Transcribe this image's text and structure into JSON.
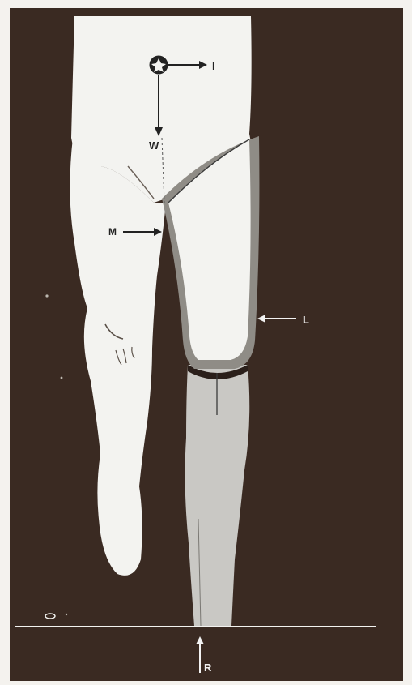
{
  "figure": {
    "labels": {
      "moment": "I",
      "weight": "W",
      "medial": "M",
      "lateral": "L",
      "reaction": "R"
    },
    "colors": {
      "background": "#3a2a22",
      "limb": "#f3f3f0",
      "prosthesis": "#c9c8c4",
      "socket_edge": "#8f8c86",
      "frame": "#f4f2ee"
    }
  }
}
